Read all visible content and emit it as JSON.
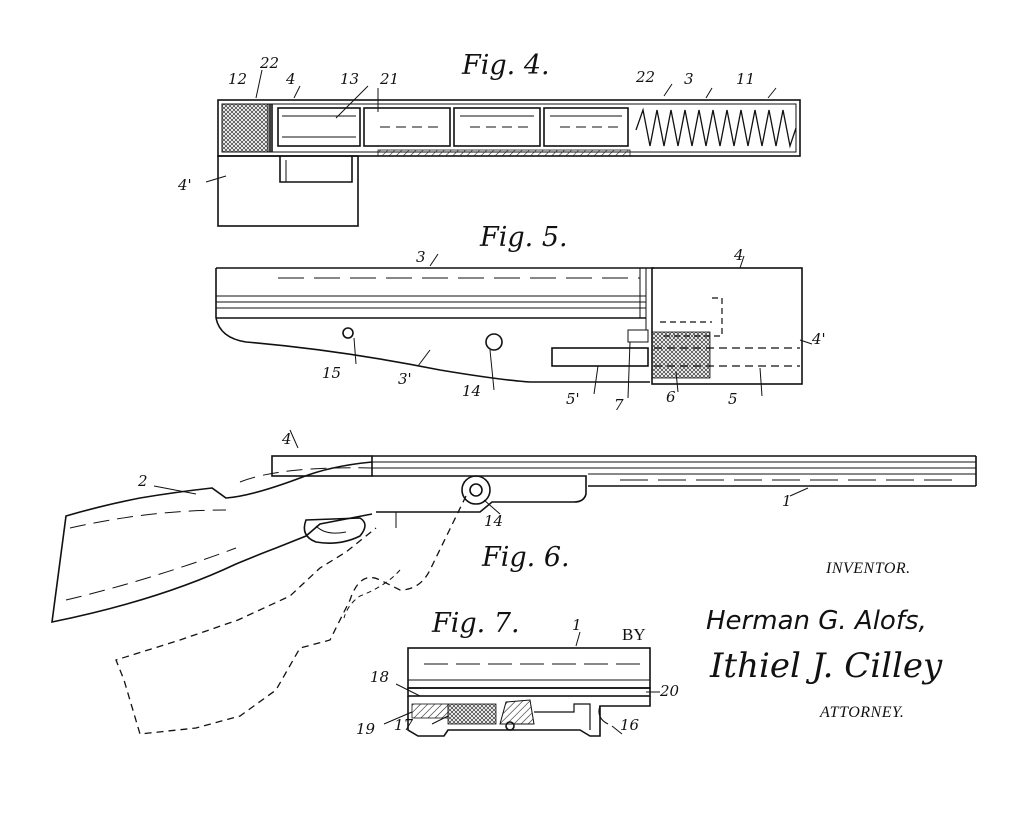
{
  "figures": {
    "fig4": {
      "title": "Fig. 4.",
      "labels": {
        "l12": "12",
        "l22a": "22",
        "l4": "4",
        "l13": "13",
        "l21": "21",
        "l22b": "22",
        "l3": "3",
        "l11": "11",
        "l4p": "4'"
      }
    },
    "fig5": {
      "title": "Fig. 5.",
      "labels": {
        "l3": "3",
        "l4": "4",
        "l4p": "4'",
        "l15": "15",
        "l3p": "3'",
        "l14": "14",
        "l5p": "5'",
        "l7": "7",
        "l6": "6",
        "l5": "5"
      }
    },
    "fig6": {
      "title": "Fig. 6.",
      "labels": {
        "l4": "4",
        "l2": "2",
        "l14": "14",
        "l1": "1"
      }
    },
    "fig7": {
      "title": "Fig. 7.",
      "labels": {
        "l1": "1",
        "l18": "18",
        "l20": "20",
        "l19": "19",
        "l17": "17",
        "l16": "16"
      }
    }
  },
  "signature_block": {
    "inventor_label": "INVENTOR.",
    "by_label": "BY",
    "inventor_name": "Herman G. Alofs,",
    "attorney_signature": "Ithiel J. Cilley",
    "attorney_label": "ATTORNEY."
  }
}
